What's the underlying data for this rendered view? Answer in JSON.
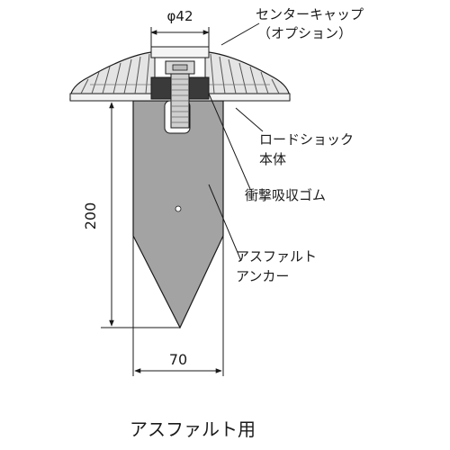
{
  "labels": {
    "center_cap_line1": "センターキャップ",
    "center_cap_line2": "（オプション）",
    "body_line1": "ロードショック",
    "body_line2": "本体",
    "rubber": "衝撃吸収ゴム",
    "anchor_line1": "アスファルト",
    "anchor_line2": "アンカー"
  },
  "dimensions": {
    "cap_diameter": "φ42",
    "anchor_length": "200",
    "anchor_width": "70"
  },
  "caption": "アスファルト用",
  "colors": {
    "anchor_fill": "#a3a3a3",
    "body_fill": "#e4e4e4",
    "rubber_fill": "#3a3a3a",
    "line": "#1a1a1a"
  }
}
